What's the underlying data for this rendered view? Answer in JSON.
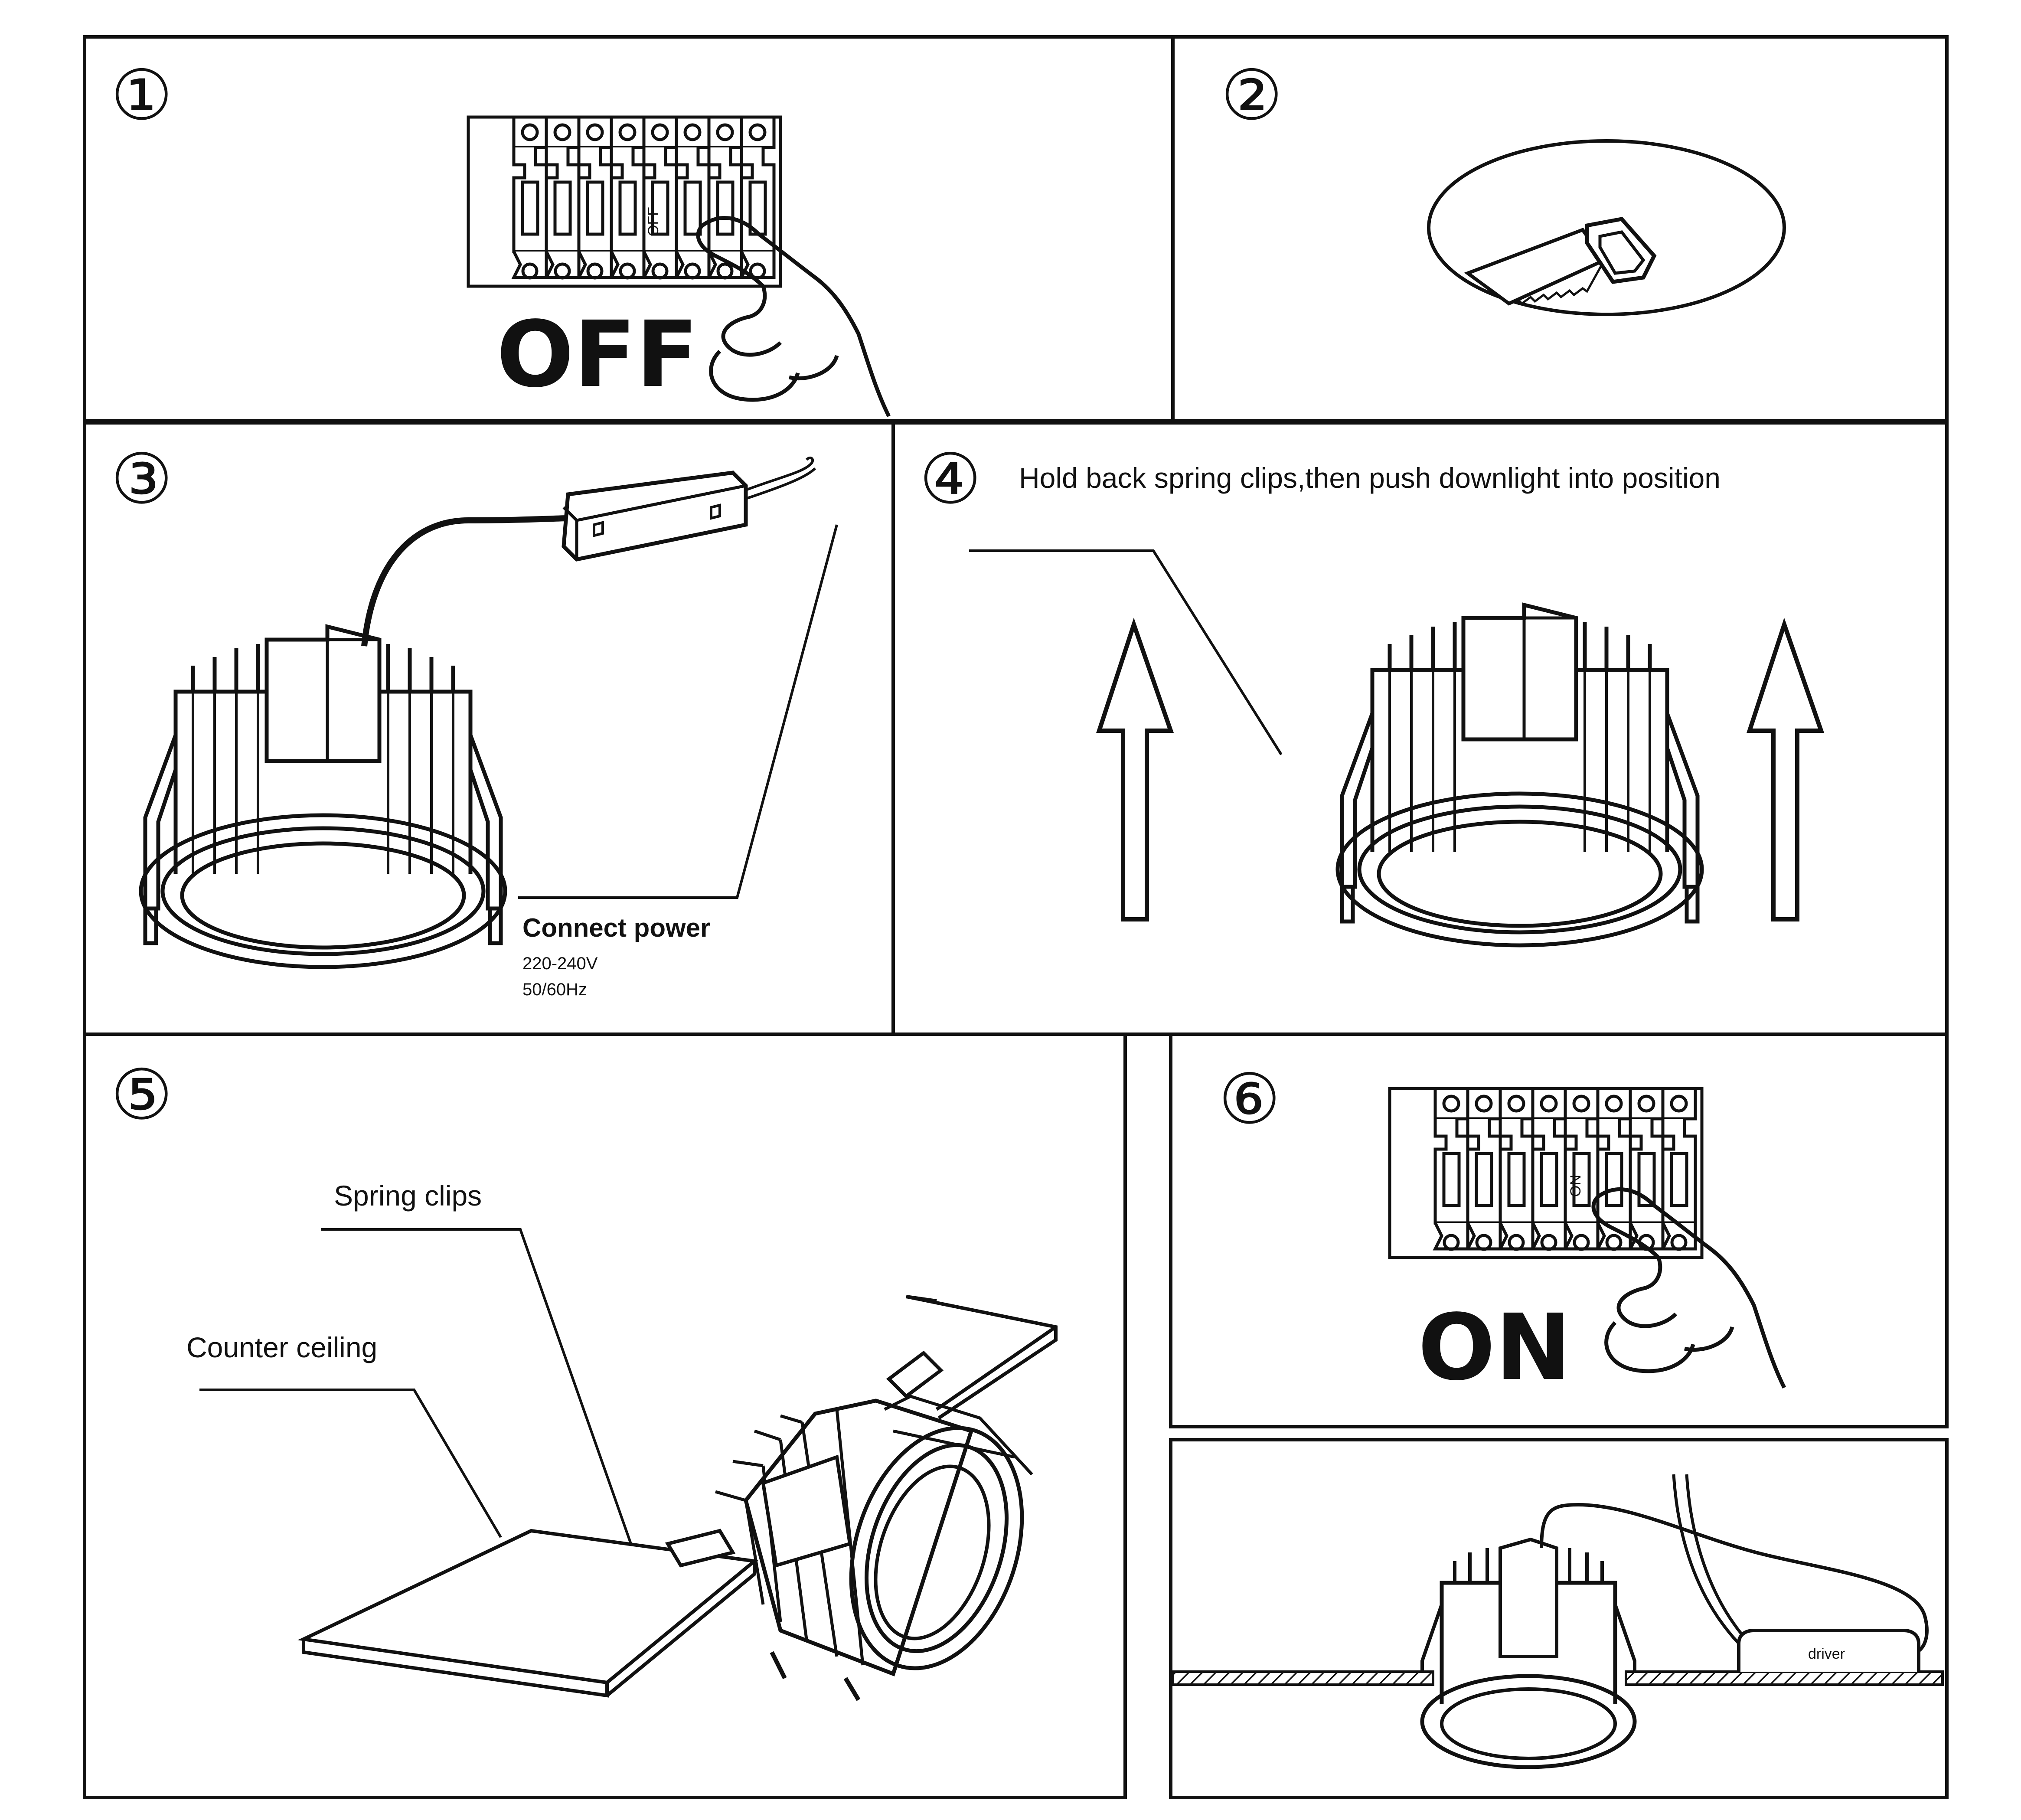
{
  "steps": {
    "s1": {
      "number": "①",
      "label": "OFF",
      "switch_text": "OFF"
    },
    "s2": {
      "number": "②"
    },
    "s3": {
      "number": "③",
      "callout_title": "Connect power",
      "voltage": "220-240V",
      "frequency": "50/60Hz"
    },
    "s4": {
      "number": "④",
      "instruction": "Hold back spring clips,then push downlight into position"
    },
    "s5": {
      "number": "⑤",
      "label_spring": "Spring clips",
      "label_ceiling": "Counter ceiling"
    },
    "s6": {
      "number": "⑥",
      "label": "ON",
      "switch_text": "ON"
    },
    "s7": {
      "driver_label": "driver"
    }
  },
  "colors": {
    "line": "#111111",
    "background": "#ffffff"
  }
}
